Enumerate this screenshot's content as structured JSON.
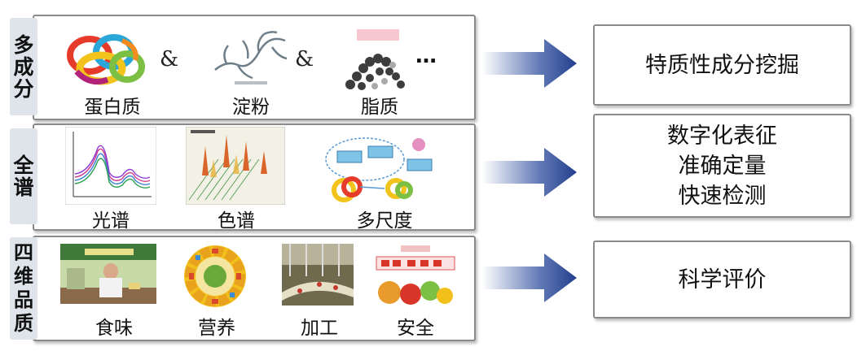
{
  "rows": [
    {
      "label_chars": [
        "多",
        "成",
        "分"
      ],
      "items": [
        {
          "caption": "蛋白质",
          "icon": "protein-structure-image"
        },
        {
          "caption": "淀粉",
          "icon": "starch-branch-image"
        },
        {
          "caption": "脂质",
          "icon": "lipid-molecule-image"
        }
      ],
      "connectors": [
        "&",
        "&",
        "…"
      ]
    },
    {
      "label_chars": [
        "全",
        "谱"
      ],
      "items": [
        {
          "caption": "光谱",
          "icon": "spectrum-chart-image"
        },
        {
          "caption": "色谱",
          "icon": "chromatogram-image"
        },
        {
          "caption": "多尺度",
          "icon": "multiscale-structure-image"
        }
      ]
    },
    {
      "label_chars": [
        "四",
        "维",
        "品",
        "质"
      ],
      "items": [
        {
          "caption": "食味",
          "icon": "tasting-photo"
        },
        {
          "caption": "营养",
          "icon": "nutrition-wheel-image"
        },
        {
          "caption": "加工",
          "icon": "processing-factory-photo"
        },
        {
          "caption": "安全",
          "icon": "food-safety-image"
        }
      ]
    }
  ],
  "results": [
    {
      "lines": [
        "特质性成分挖掘"
      ]
    },
    {
      "lines": [
        "数字化表征",
        "准确定量",
        "快速检测"
      ]
    },
    {
      "lines": [
        "科学评价"
      ]
    }
  ],
  "colors": {
    "arrow": "#2f4f9f",
    "sidebar": "#dfe3ea",
    "border": "#8a8a8a"
  }
}
